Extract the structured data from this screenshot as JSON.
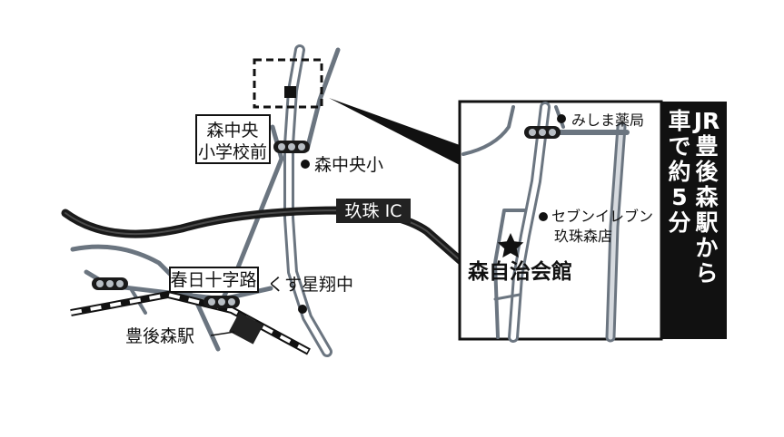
{
  "map": {
    "labels": {
      "school_crossing_line1": "森中央",
      "school_crossing_line2": "小学校前",
      "school": "森中央小",
      "interchange": "玖珠 IC",
      "kasuga_crossing": "春日十字路",
      "junior_high": "くす星翔中",
      "station": "豊後森駅",
      "pharmacy": "みしま薬局",
      "convenience_store_line1": "セブンイレブン",
      "convenience_store_line2": "玖珠森店",
      "destination": "森自治会館"
    },
    "access_banner": [
      "JR",
      "豊",
      "後",
      "森",
      "駅",
      "か",
      "ら",
      "車",
      "で",
      "約",
      "5",
      "分"
    ],
    "colors": {
      "road_gray": "#6b7580",
      "expressway": "#1a1a1a",
      "signal_light": "#b8bec4",
      "banner_bg": "#111111"
    }
  }
}
